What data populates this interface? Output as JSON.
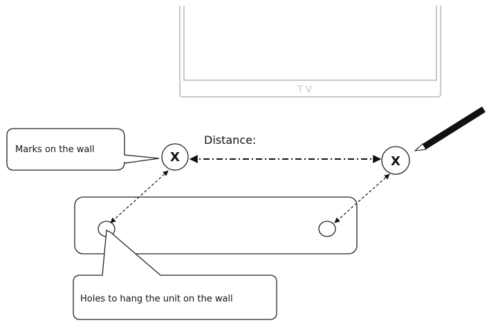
{
  "tv": {
    "label": "TV"
  },
  "marks": {
    "left": "X",
    "right": "X"
  },
  "distance_label": "Distance:",
  "callouts": {
    "marks": "Marks on the wall",
    "holes": "Holes to hang the unit on the wall"
  },
  "icons": {
    "pencil": "pencil-icon"
  }
}
